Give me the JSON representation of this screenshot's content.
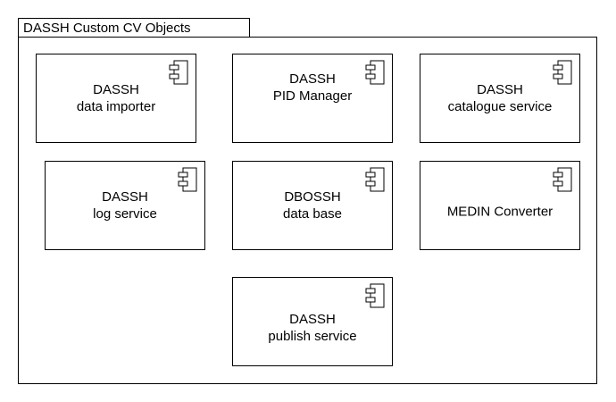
{
  "package": {
    "title": "DASSH Custom CV Objects"
  },
  "components": [
    {
      "id": "data-importer",
      "line1": "DASSH",
      "line2": "data importer"
    },
    {
      "id": "pid-manager",
      "line1": "DASSH",
      "line2": "PID Manager"
    },
    {
      "id": "catalogue-service",
      "line1": "DASSH",
      "line2": "catalogue service"
    },
    {
      "id": "log-service",
      "line1": "DASSH",
      "line2": "log service"
    },
    {
      "id": "data-base",
      "line1": "DBOSSH",
      "line2": "data base"
    },
    {
      "id": "medin-converter",
      "line1": "MEDIN Converter",
      "line2": ""
    },
    {
      "id": "publish-service",
      "line1": "DASSH",
      "line2": "publish service"
    }
  ],
  "icons": {
    "component": "uml-component-icon"
  }
}
